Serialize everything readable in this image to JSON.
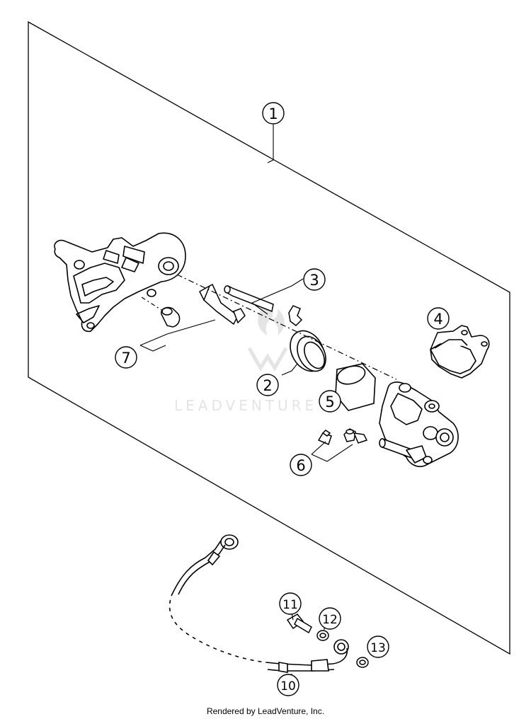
{
  "diagram": {
    "callouts": {
      "c1": "1",
      "c2": "2",
      "c3": "3",
      "c4": "4",
      "c5": "5",
      "c6": "6",
      "c7": "7",
      "c10": "10",
      "c11": "11",
      "c12": "12",
      "c13": "13"
    },
    "watermark": "LEADVENTURE",
    "footer": "Rendered by LeadVenture, Inc."
  }
}
